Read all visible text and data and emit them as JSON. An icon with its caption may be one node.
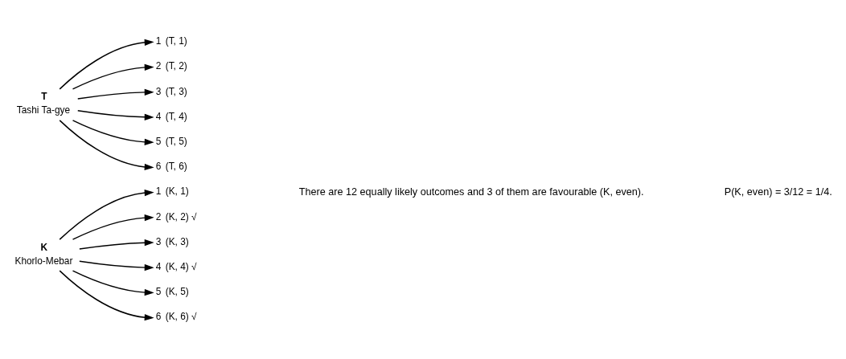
{
  "diagram": {
    "nodes": [
      {
        "text": [
          "K"
        ],
        "beside": [
          "Khorlo-Mebar"
        ]
      },
      {
        "text": [
          "1"
        ],
        "beside": [
          "(K, 1)"
        ]
      },
      {
        "text": [
          "2"
        ],
        "beside": [
          "(K, 2) √"
        ]
      },
      {
        "text": [
          "3"
        ],
        "beside": [
          "(K, 3)"
        ]
      },
      {
        "text": [
          "4"
        ],
        "beside": [
          "(K, 4) √"
        ]
      },
      {
        "text": [
          "5"
        ],
        "beside": [
          "(K, 5)"
        ]
      },
      {
        "text": [
          "6"
        ],
        "beside": [
          "(K, 6) √"
        ]
      },
      {
        "text": [
          "T"
        ],
        "beside": [
          "Tashi Ta-gye"
        ]
      },
      {
        "text": [
          "1"
        ],
        "beside": [
          "(T, 1)"
        ]
      },
      {
        "text": [
          "2"
        ],
        "beside": [
          "(T, 2)"
        ]
      },
      {
        "text": [
          "3"
        ],
        "beside": [
          "(T, 3)"
        ]
      },
      {
        "text": [
          "4"
        ],
        "beside": [
          "(T, 4)"
        ]
      },
      {
        "text": [
          "5"
        ],
        "beside": [
          "(T, 5)"
        ]
      },
      {
        "text": [
          "6"
        ],
        "beside": [
          "(T, 6)"
        ]
      }
    ],
    "edges": [
      {
        "from": 0,
        "to": 1,
        "arrow": "to"
      },
      {
        "from": 0,
        "to": 2,
        "arrow": "to"
      },
      {
        "from": 0,
        "to": 3,
        "arrow": "to"
      },
      {
        "from": 0,
        "to": 4,
        "arrow": "to"
      },
      {
        "from": 0,
        "to": 5,
        "arrow": "to"
      },
      {
        "from": 0,
        "to": 6,
        "arrow": "to"
      },
      {
        "from": 7,
        "to": 8,
        "arrow": "to"
      },
      {
        "from": 7,
        "to": 9,
        "arrow": "to"
      },
      {
        "from": 7,
        "to": 10,
        "arrow": "to"
      },
      {
        "from": 7,
        "to": 11,
        "arrow": "to"
      },
      {
        "from": 7,
        "to": 12,
        "arrow": "to"
      },
      {
        "from": 7,
        "to": 13,
        "arrow": "to"
      }
    ],
    "labels": [
      "There are 12 equally likely outcomes and 3 of them are favourable (K, even).",
      "P(K, even) = 3/12 = 1/4."
    ]
  }
}
